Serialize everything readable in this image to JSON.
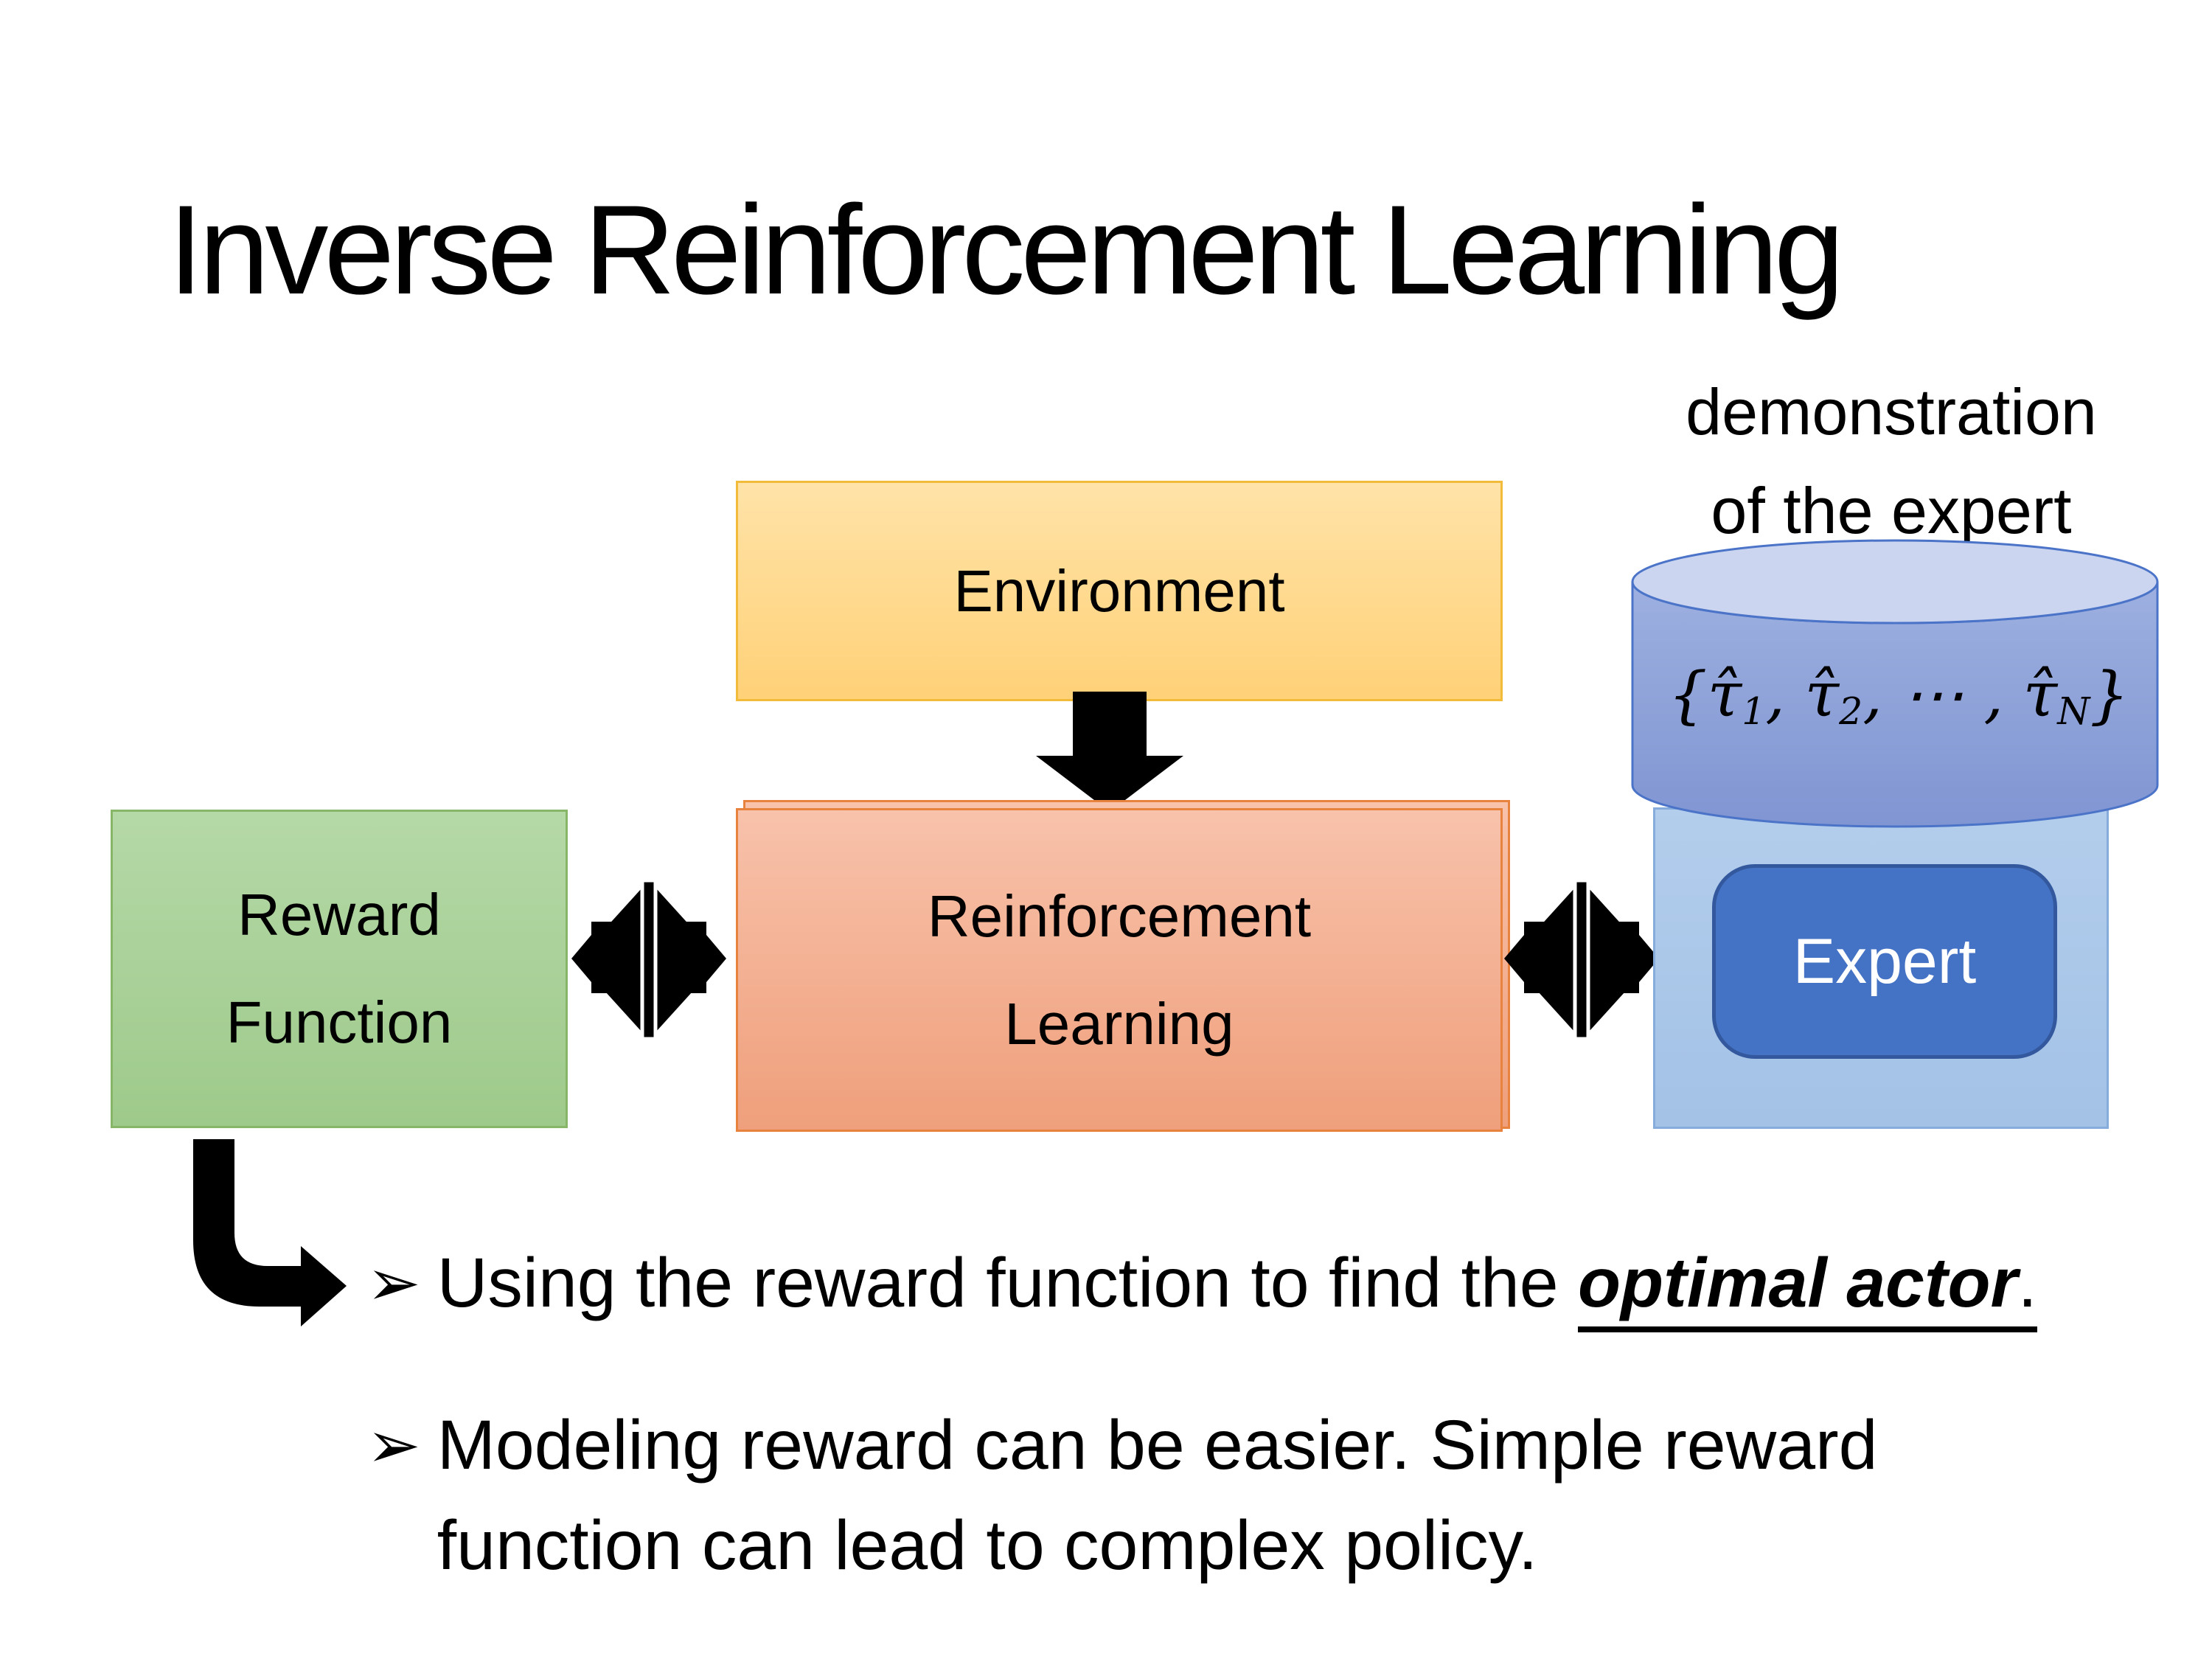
{
  "slide": {
    "title": "Inverse Reinforcement Learning"
  },
  "caption": {
    "line1": "demonstration",
    "line2": "of the expert"
  },
  "boxes": {
    "environment": {
      "label": "Environment"
    },
    "reward": {
      "line1": "Reward",
      "line2": "Function"
    },
    "reinforcement": {
      "line1": "Reinforcement",
      "line2": "Learning"
    },
    "expert": {
      "label": "Expert"
    }
  },
  "formula": {
    "open": "{",
    "tau": "τ̂",
    "sub1": "1",
    "sub2": "2",
    "subN": "N",
    "comma": ",",
    "dots": "⋯",
    "close": "}"
  },
  "bullets": {
    "marker": "➢",
    "item1": {
      "pre": "Using the reward function to find the ",
      "emphasis": "optimal actor",
      "post": "."
    },
    "item2": {
      "line1": "Modeling reward can be easier. Simple reward",
      "line2": "function can lead to complex policy."
    }
  },
  "icons": {
    "down_arrow": "black-down-arrow",
    "cross_arrow": "four-way-exchange-arrow",
    "elbow_arrow": "bent-right-arrow",
    "cylinder": "database-cylinder"
  },
  "theme": {
    "text_color": "#000000",
    "arrow_color": "#000000",
    "env_fill_top": "#FFE3A8",
    "env_fill_bottom": "#FFD178",
    "env_border": "#F2BB3A",
    "rl_fill_top": "#F8C2AB",
    "rl_fill_bottom": "#EF9F7B",
    "rl_border": "#E8833F",
    "green_fill_top": "#B5D8A7",
    "green_fill_bottom": "#9ECA8B",
    "green_border": "#87B669",
    "panel_fill_top": "#B3CDEC",
    "panel_fill_bottom": "#A3C2E6",
    "panel_border": "#85ACDB",
    "expert_fill": "#4472C4",
    "expert_border": "#33589E",
    "cyl_body_top": "#9DB0E0",
    "cyl_body_bottom": "#8095D2",
    "cyl_lid": "#CBD5F0",
    "cyl_stroke": "#4B74C8"
  }
}
